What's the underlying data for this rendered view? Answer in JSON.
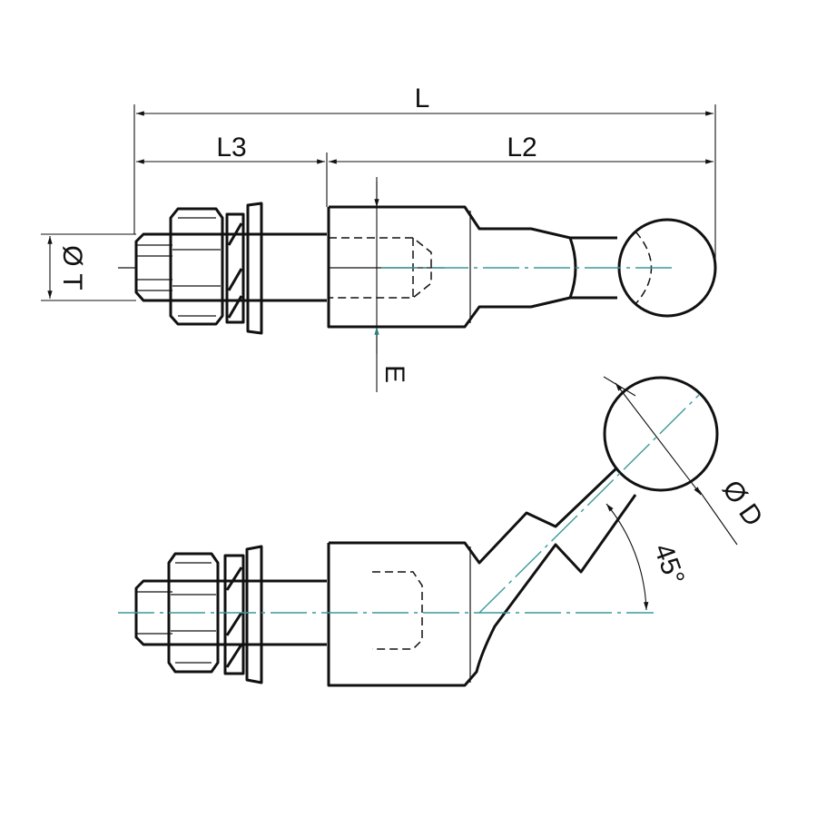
{
  "dimensions": {
    "overall_length": "L",
    "thread_length": "L3",
    "body_length": "L2",
    "thread_diameter": "Ø T",
    "wrench_flat": "E",
    "ball_diameter": "Ø D",
    "angle": "45°"
  },
  "colors": {
    "line": "#111111",
    "centerline": "#3a9a9a"
  }
}
